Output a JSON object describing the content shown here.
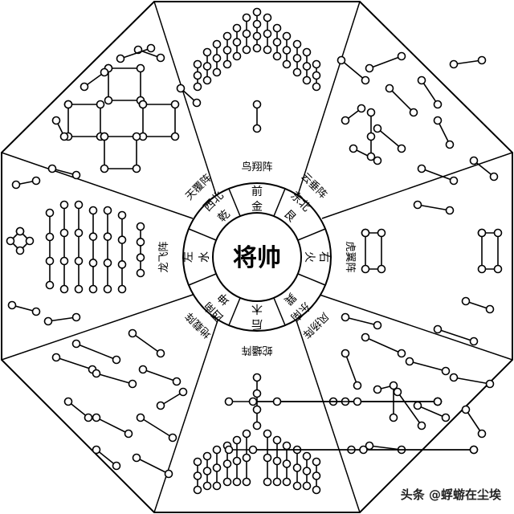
{
  "center": {
    "label": "将帅"
  },
  "sectors": [
    {
      "id": "north",
      "formation": "鸟翔阵",
      "direction": "前",
      "element": "金"
    },
    {
      "id": "northeast",
      "formation": "云垂阵",
      "direction": "东北",
      "element": "艮"
    },
    {
      "id": "east",
      "formation": "虎翼阵",
      "direction": "右",
      "element": "火"
    },
    {
      "id": "southeast",
      "formation": "风扬阵",
      "direction": "东南",
      "element": "巽"
    },
    {
      "id": "south",
      "formation": "蛇蟠阵",
      "direction": "后",
      "element": "木"
    },
    {
      "id": "southwest",
      "formation": "地载阵",
      "direction": "西南",
      "element": "坤"
    },
    {
      "id": "west",
      "formation": "龙飞阵",
      "direction": "左",
      "element": "水"
    },
    {
      "id": "northwest",
      "formation": "天覆阵",
      "direction": "西北",
      "element": "乾"
    }
  ],
  "watermark": {
    "text": "头条 @蜉蝣在尘埃"
  },
  "colors": {
    "stroke": "#000000",
    "background": "#ffffff",
    "node_fill": "#ffffff"
  }
}
